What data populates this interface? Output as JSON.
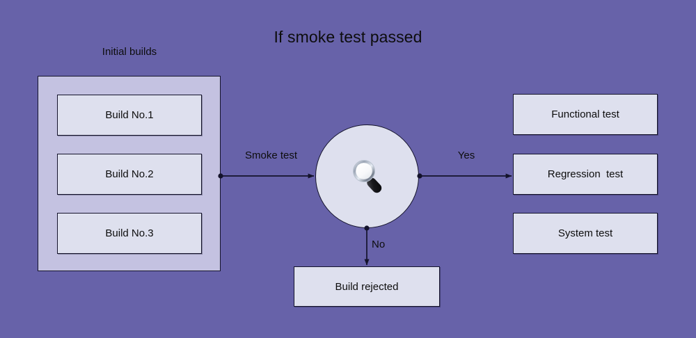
{
  "diagram": {
    "title": "If smoke test passed",
    "background_color": "#6762a9",
    "node_fill": "#dee0ee",
    "group_fill": "#c4c2e1",
    "border_color": "#14132b",
    "text_color": "#0d0d0d"
  },
  "group": {
    "caption": "Initial builds",
    "builds": [
      {
        "label": "Build No.1"
      },
      {
        "label": "Build No.2"
      },
      {
        "label": "Build No.3"
      }
    ]
  },
  "decision": {
    "icon": "magnifying-glass-icon",
    "shape": "circle"
  },
  "edges": [
    {
      "id": "smoke",
      "label": "Smoke test",
      "from": "initial-builds-panel",
      "to": "smoke-test-decision"
    },
    {
      "id": "yes",
      "label": "Yes",
      "from": "smoke-test-decision",
      "to": "regression-test"
    },
    {
      "id": "no",
      "label": "No",
      "from": "smoke-test-decision",
      "to": "build-rejected"
    }
  ],
  "outcomes": [
    {
      "label": "Functional test"
    },
    {
      "label": "Regression  test"
    },
    {
      "label": "System test"
    }
  ],
  "rejected": {
    "label": "Build rejected"
  }
}
